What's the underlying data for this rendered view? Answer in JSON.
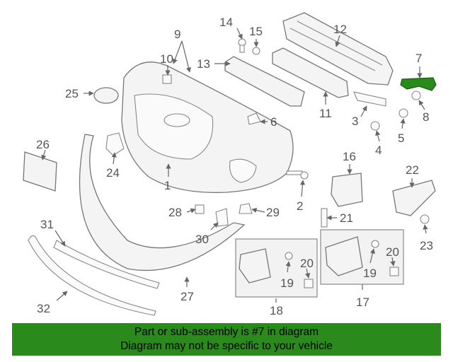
{
  "callouts": [
    "1",
    "2",
    "3",
    "4",
    "5",
    "6",
    "7",
    "8",
    "9",
    "10",
    "11",
    "12",
    "13",
    "14",
    "15",
    "16",
    "17",
    "18",
    "19",
    "19",
    "20",
    "20",
    "21",
    "22",
    "23",
    "24",
    "25",
    "26",
    "27",
    "28",
    "29",
    "30",
    "31",
    "32"
  ],
  "highlight_color": "#2a8a1c",
  "banner": {
    "line1": "Part or sub-assembly is #7 in diagram",
    "line2": "Diagram may not be specific to your vehicle"
  }
}
